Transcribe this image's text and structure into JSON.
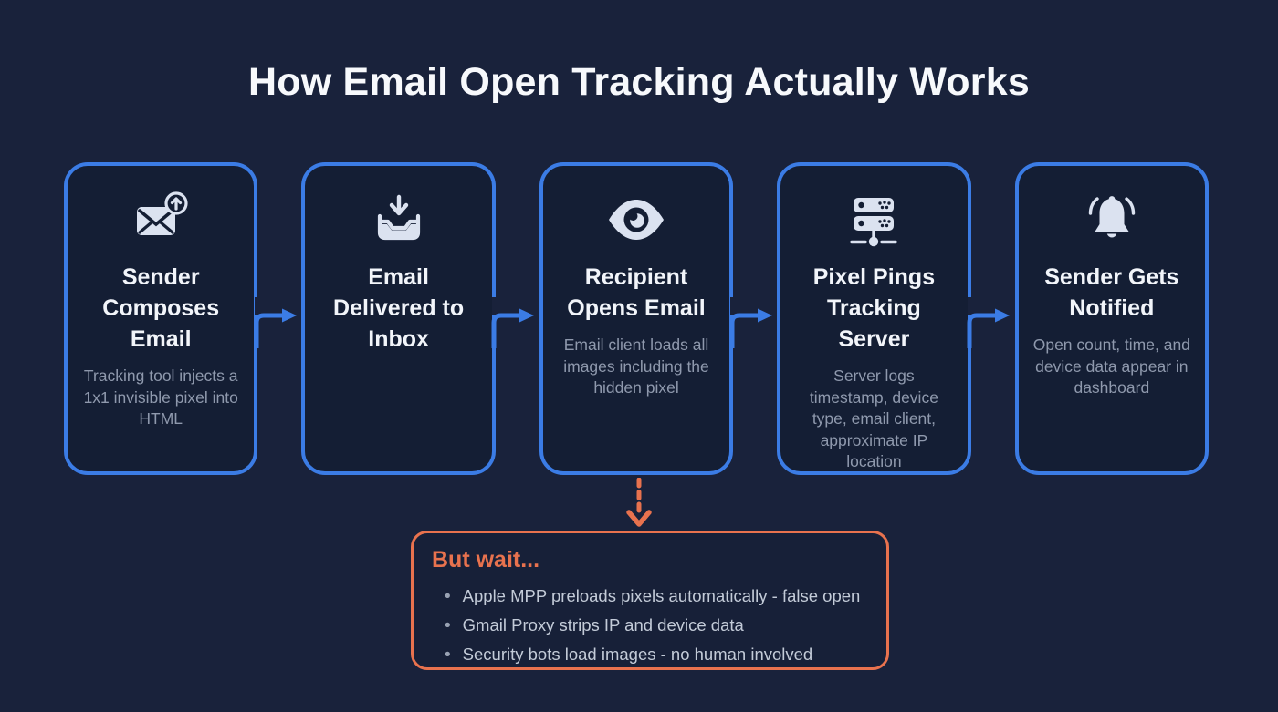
{
  "title": "How Email Open Tracking Actually Works",
  "colors": {
    "background": "#19223b",
    "card_fill": "#141e34",
    "accent_blue": "#3b7ce5",
    "accent_orange": "#e8724e",
    "heading_text": "#f2f5fa",
    "subtitle_text": "#8f99ad",
    "bullet_text": "#c3cbd8",
    "icon_color": "#dbe2f0"
  },
  "steps": [
    {
      "icon": "mail-sent-icon",
      "heading": "Sender\nComposes\nEmail",
      "subtitle": "Tracking tool injects a 1x1 invisible pixel into HTML"
    },
    {
      "icon": "inbox-icon",
      "heading": "Email\nDelivered to\nInbox",
      "subtitle": ""
    },
    {
      "icon": "eye-icon",
      "heading": "Recipient\nOpens Email",
      "subtitle": "Email client loads all images including the hidden pixel"
    },
    {
      "icon": "server-icon",
      "heading": "Pixel Pings\nTracking\nServer",
      "subtitle": "Server logs timestamp, device type, email client, approximate IP location"
    },
    {
      "icon": "bell-icon",
      "heading": "Sender Gets\nNotified",
      "subtitle": "Open count, time, and device data appear in dashboard"
    }
  ],
  "callout": {
    "heading": "But wait...",
    "bullets": [
      "Apple MPP preloads pixels automatically - false open",
      "Gmail Proxy strips IP and device data",
      "Security bots load images - no human involved"
    ]
  }
}
